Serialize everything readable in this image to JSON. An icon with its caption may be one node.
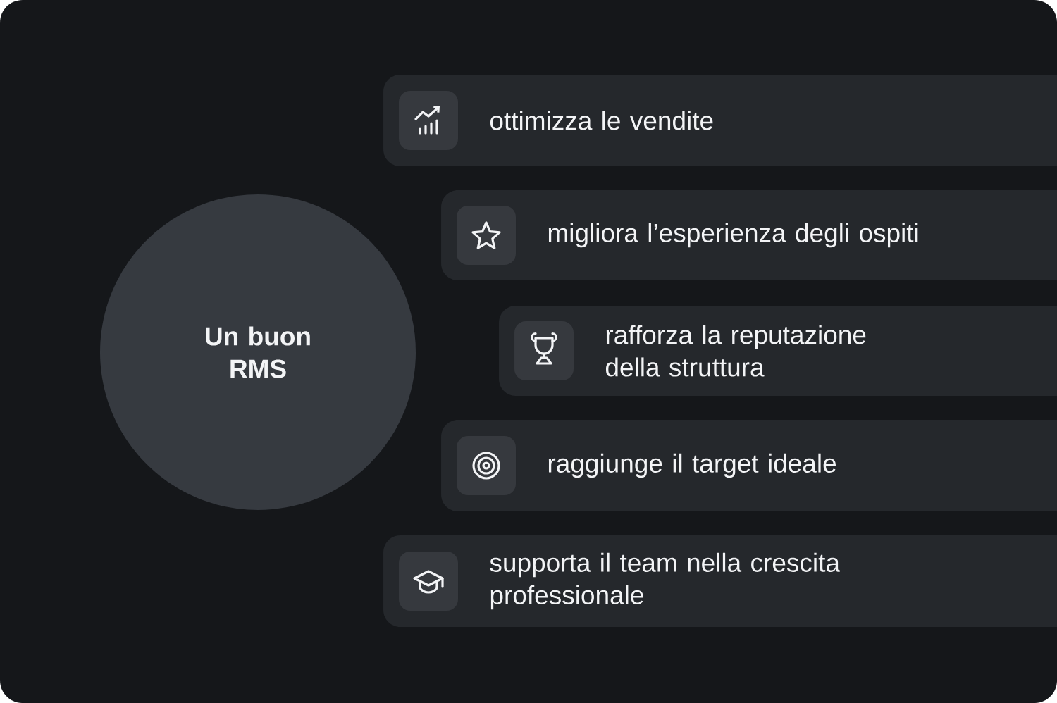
{
  "diagram": {
    "nodes": [
      {
        "text": [
          "Un buon RMS"
        ]
      },
      {
        "text": [
          "ottimizza le vendite"
        ]
      },
      {
        "text": [
          "migliora l’esperienza degli ospiti"
        ]
      },
      {
        "text": [
          "rafforza la reputazione della struttura"
        ]
      },
      {
        "text": [
          "raggiunge il target ideale"
        ]
      },
      {
        "text": [
          "supporta il team nella crescita professionale"
        ]
      }
    ]
  }
}
